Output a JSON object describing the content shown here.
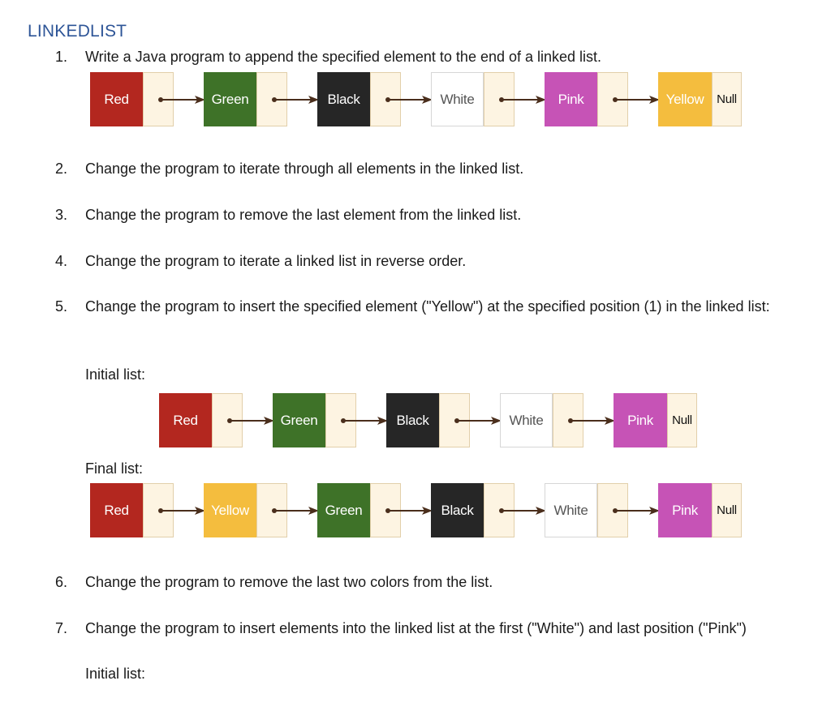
{
  "heading": "LINKEDLIST",
  "tasks": [
    {
      "num": "1.",
      "text": "Write a Java program to append the specified element to the end of a linked list."
    },
    {
      "num": "2.",
      "text": "Change the program to iterate through all elements in the linked list."
    },
    {
      "num": "3.",
      "text": "Change the program to remove the last element from the linked list."
    },
    {
      "num": "4.",
      "text": "Change the program to iterate a linked list in reverse order."
    },
    {
      "num": "5.",
      "text": "Change the program to insert the specified element (\"Yellow\") at the specified position (1) in the linked list:"
    },
    {
      "num": "6.",
      "text": "Change the program to remove the last two colors from the list."
    },
    {
      "num": "7.",
      "text": "Change the program to insert elements into the linked list at the first (\"White\") and last position (\"Pink\")"
    }
  ],
  "initial_label_5": "Initial list:",
  "final_label_5": "Final list:",
  "initial_label_7": "Initial list:",
  "null_label": "Null",
  "colors": {
    "Red": {
      "bg": "#b3271f",
      "fg": "#ffffff"
    },
    "Green": {
      "bg": "#3e7228",
      "fg": "#ffffff"
    },
    "Black": {
      "bg": "#262626",
      "fg": "#ffffff"
    },
    "White": {
      "bg": "#ffffff",
      "fg": "#555555"
    },
    "Pink": {
      "bg": "#c653b6",
      "fg": "#ffffff"
    },
    "Yellow": {
      "bg": "#f4bd3e",
      "fg": "#ffffff"
    },
    "arrow": "#4a2e1c"
  },
  "list_1": [
    "Red",
    "Green",
    "Black",
    "White",
    "Pink",
    "Yellow"
  ],
  "list_5_initial": [
    "Red",
    "Green",
    "Black",
    "White",
    "Pink"
  ],
  "list_5_final": [
    "Red",
    "Yellow",
    "Green",
    "Black",
    "White",
    "Pink"
  ]
}
